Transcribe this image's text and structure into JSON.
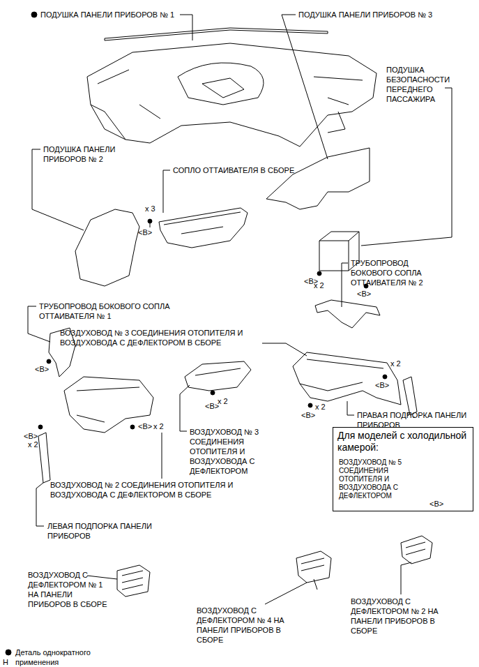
{
  "diagram": {
    "nodes": [
      {
        "text": [
          "Для моделей с холодильной камерой:",
          "ВОЗДУХОВОД № 5 СОЕДИНЕНИЯ ОТОПИТЕЛЯ И ВОЗДУХОВОДА С ДЕФЛЕКТОРОМ",
          "<B>"
        ]
      }
    ],
    "edges": [],
    "labels": [
      "ПОДУШКА ПАНЕЛИ ПРИБОРОВ № 1",
      "ПОДУШКА ПАНЕЛИ ПРИБОРОВ № 3",
      "ПОДУШКА БЕЗОПАСНОСТИ ПЕРЕДНЕГО ПАССАЖИРА",
      "ПОДУШКА ПАНЕЛИ ПРИБОРОВ № 2",
      "СОПЛО ОТТАИВАТЕЛЯ В СБОРЕ",
      "x 3",
      "<B>",
      "<B>",
      "x 2",
      "ТРУБОПРОВОД БОКОВОГО СОПЛА ОТТАИВАТЕЛЯ № 2",
      "<B>",
      "ТРУБОПРОВОД БОКОВОГО СОПЛА ОТТАИВАТЕЛЯ № 1",
      "ВОЗДУХОВОД № 3 СОЕДИНЕНИЯ ОТОПИТЕЛЯ И ВОЗДУХОВОДА С ДЕФЛЕКТОРОМ В СБОРЕ",
      "<B>",
      "x 2",
      "<B>",
      "ПРАВАЯ ПОДПОРКА ПАНЕЛИ ПРИБОРОВ",
      "x 2",
      "<B>",
      "x 2",
      "<B>",
      "ВОЗДУХОВОД № 3 СОЕДИНЕНИЯ ОТОПИТЕЛЯ И ВОЗДУХОВОДА С ДЕФЛЕКТОРОМ",
      "<B>",
      "x 2",
      "<B>",
      "x 2",
      "ВОЗДУХОВОД № 2 СОЕДИНЕНИЯ ОТОПИТЕЛЯ И ВОЗДУХОВОДА С ДЕФЛЕКТОРОМ В СБОРЕ",
      "ЛЕВАЯ ПОДПОРКА ПАНЕЛИ ПРИБОРОВ",
      "ВОЗДУХОВОД С ДЕФЛЕКТОРОМ № 1 НА ПАНЕЛИ ПРИБОРОВ В СБОРЕ",
      "ВОЗДУХОВОД С ДЕФЛЕКТОРОМ № 4 НА ПАНЕЛИ ПРИБОРОВ В СБОРЕ",
      "ВОЗДУХОВОД С ДЕФЛЕКТОРОМ № 2 НА ПАНЕЛИ ПРИБОРОВ В СБОРЕ",
      "H"
    ],
    "legend": [
      {
        "text": "Деталь однократного применения"
      }
    ]
  }
}
